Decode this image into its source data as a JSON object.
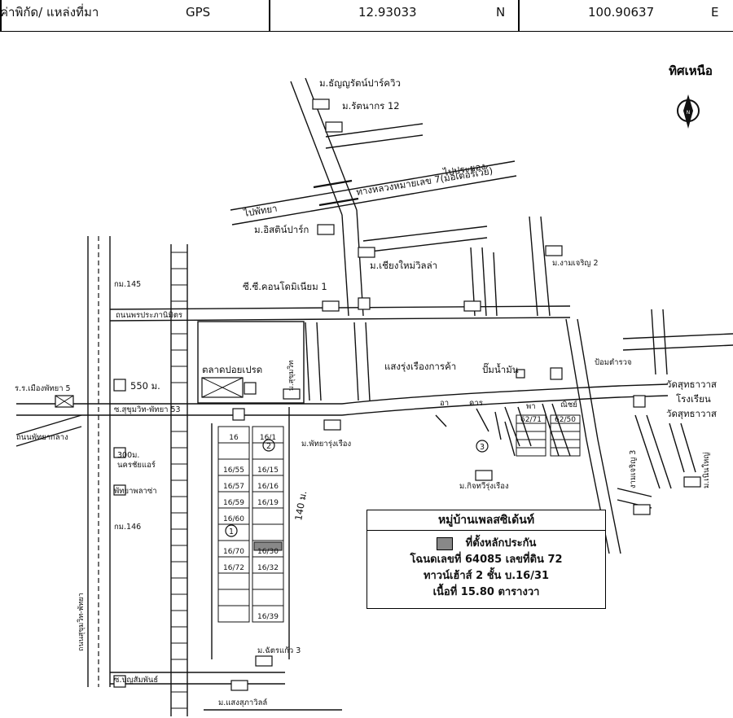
{
  "header": {
    "coord_label": "ค่าพิกัด/ แหล่งที่มา",
    "source": "GPS",
    "latitude": "12.93033",
    "lat_dir": "N",
    "longitude": "100.90637",
    "lon_dir": "E"
  },
  "north_label": "ทิศเหนือ",
  "compass_letter": "N",
  "labels": {
    "m_thanya": "ม.ธัญญรัตน์ปาร์ควิว",
    "m_rattanakorn": "ม.รัตนากร 12",
    "road_7": "ทางหลวงหมายเลข 7(มอเตอร์เวย์)",
    "to_pattaya": "ไปพัทยา",
    "to_rayong": "ไปประยอง",
    "m_isiti": "ม.อิสติน์ปาร์ก",
    "m_chiangmai": "ม.เชียงใหม่วิลล่า",
    "m_ngamcharoen2": "ม.งามเจริญ 2",
    "cc_condo": "ซี.ซี.คอนโดมิเนียม 1",
    "km145": "กม.145",
    "road_prapa": "ถนนพรประภานิมิตร",
    "talad": "ตลาดปอยเปรด",
    "dist_550": "550 ม.",
    "school": "ร.ร.เมืองพัทยา 5",
    "sukhumvit_53": "ซ.สุขุมวิท-พัทยา 53",
    "pattaya_klang": "ถนนพัทยากลาง",
    "saengrung": "แสงรุ่งเรืองการค้า",
    "gas_station": "ปั๊มน้ำมัน",
    "police": "ป้อมตำรวจ",
    "wat_1": "วัดสุทธาวาส",
    "school_wat": "โรงเรียน",
    "wat_2": "วัดสุทธาวาส",
    "m_pattaya_rung": "ม.พัทยารุ่งเรือง",
    "m_kitti": "ม.กิจทวีรุ่งเรือง",
    "d300": "300ม.",
    "nakornchai": "นครชัยแอร์",
    "pattaya_plaza": "พัทยาพลาซ่า",
    "km146": "กม.146",
    "dist_140": "140 ม.",
    "m_chatra": "ม.ฉัตรแก้ว 3",
    "m_saeng": "ม.แสงสุภาวิลล์",
    "rd_bunsamphan": "ซ.บุญสัมพันธ์",
    "aa": "อา",
    "kar": "คาร",
    "pa": "พา",
    "nis": "ณิชย์",
    "circle1": "1",
    "circle2": "2",
    "circle3": "3",
    "m_sukhumvit": "ม.สุขุมวิท",
    "ngamcharoen3": "งามเจริญ 3",
    "m_noen": "ม.เนินใหญ่",
    "sukhumvit_pattaya": "ถนนสุขุมวิท-พัทยา"
  },
  "lots": [
    "16",
    "16/1",
    "16/55",
    "16/15",
    "16/57",
    "16/16",
    "16/59",
    "16/19",
    "16/60",
    "16/70",
    "16/30",
    "16/72",
    "16/32",
    "16/39",
    "62/71",
    "62/50"
  ],
  "legend": {
    "title": "หมู่บ้านเพลสซิเด้นท์",
    "marker_label": "ที่ตั้งหลักประกัน",
    "deed": "โฉนดเลขที่ 64085  เลขที่ดิน 72",
    "house": "ทาวน์เฮ้าส์ 2 ชั้น บ.16/31",
    "area": "เนื้อที่ 15.80  ตารางวา"
  },
  "colors": {
    "ink": "#111111",
    "marker": "#888888"
  }
}
